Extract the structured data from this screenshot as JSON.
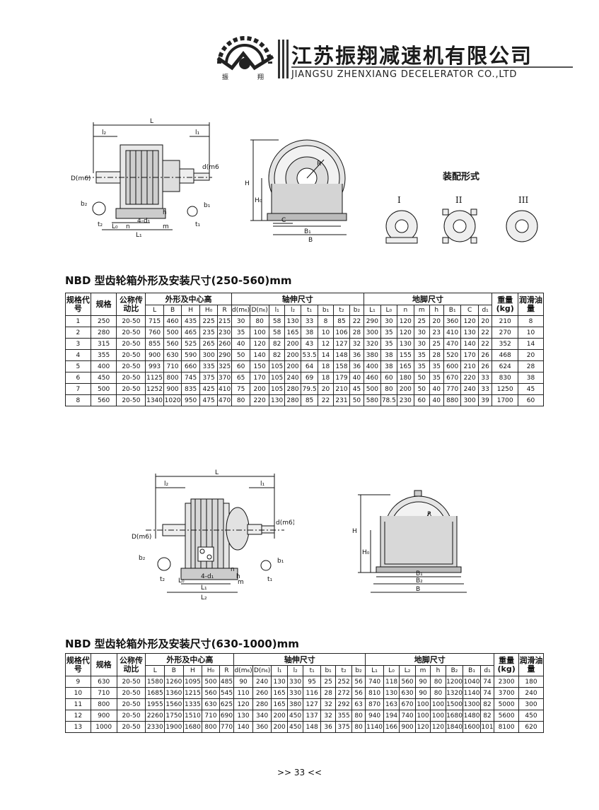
{
  "header": {
    "logo_char_left": "振",
    "logo_char_right": "翔",
    "company_cn": "江苏振翔减速机有限公司",
    "company_en": "JIANGSU ZHENXIANG DECELERATOR CO.,LTD"
  },
  "drawing1": {
    "labels": [
      "L",
      "l₂",
      "l₁",
      "D(m6)",
      "d(m6)",
      "b₂",
      "b₁",
      "t₂",
      "t₁",
      "L₀",
      "n",
      "4-d₁",
      "h",
      "m",
      "L₁"
    ]
  },
  "drawing2": {
    "labels": [
      "H",
      "H₀",
      "R",
      "C",
      "B₁",
      "B"
    ]
  },
  "assembly": {
    "title": "装配形式",
    "types": [
      "I",
      "II",
      "III"
    ]
  },
  "drawing3": {
    "labels": [
      "L",
      "l₂",
      "l₁",
      "D(m6)",
      "d(m6)",
      "b₂",
      "b₁",
      "t₂",
      "t₁",
      "L₀",
      "4-d₁",
      "n",
      "h",
      "m",
      "L₁",
      "L₂"
    ]
  },
  "drawing4": {
    "labels": [
      "H",
      "H₀",
      "R",
      "B₁",
      "B₂",
      "B"
    ]
  },
  "table1": {
    "title": "NBD 型齿轮箱外形及安装尺寸(250-560)mm",
    "head": {
      "code": "规格代号",
      "spec": "规格",
      "ratio": "公称传动比",
      "grp_outline": "外形及中心高",
      "grp_shaft": "轴伸尺寸",
      "grp_foot": "地脚尺寸",
      "weight": "重量(kg)",
      "oil": "润滑油量",
      "cols": [
        "L",
        "B",
        "H",
        "H₀",
        "R",
        "d(m₆)",
        "D(n₆)",
        "l₁",
        "l₂",
        "t₁",
        "b₁",
        "t₂",
        "b₂",
        "L₁",
        "L₀",
        "n",
        "m",
        "h",
        "B₁",
        "C",
        "d₁"
      ]
    },
    "rows": [
      [
        "1",
        "250",
        "20-50",
        "715",
        "460",
        "435",
        "225",
        "215",
        "30",
        "80",
        "58",
        "130",
        "33",
        "8",
        "85",
        "22",
        "290",
        "30",
        "120",
        "25",
        "20",
        "360",
        "120",
        "20",
        "210",
        "8"
      ],
      [
        "2",
        "280",
        "20-50",
        "760",
        "500",
        "465",
        "235",
        "230",
        "35",
        "100",
        "58",
        "165",
        "38",
        "10",
        "106",
        "28",
        "300",
        "35",
        "120",
        "30",
        "23",
        "410",
        "130",
        "22",
        "270",
        "10"
      ],
      [
        "3",
        "315",
        "20-50",
        "855",
        "560",
        "525",
        "265",
        "260",
        "40",
        "120",
        "82",
        "200",
        "43",
        "12",
        "127",
        "32",
        "320",
        "35",
        "130",
        "30",
        "25",
        "470",
        "140",
        "22",
        "352",
        "14"
      ],
      [
        "4",
        "355",
        "20-50",
        "900",
        "630",
        "590",
        "300",
        "290",
        "50",
        "140",
        "82",
        "200",
        "53.5",
        "14",
        "148",
        "36",
        "380",
        "38",
        "155",
        "35",
        "28",
        "520",
        "170",
        "26",
        "468",
        "20"
      ],
      [
        "5",
        "400",
        "20-50",
        "993",
        "710",
        "660",
        "335",
        "325",
        "60",
        "150",
        "105",
        "200",
        "64",
        "18",
        "158",
        "36",
        "400",
        "38",
        "165",
        "35",
        "35",
        "600",
        "210",
        "26",
        "624",
        "28"
      ],
      [
        "6",
        "450",
        "20-50",
        "1125",
        "800",
        "745",
        "375",
        "370",
        "65",
        "170",
        "105",
        "240",
        "69",
        "18",
        "179",
        "40",
        "460",
        "60",
        "180",
        "50",
        "35",
        "670",
        "220",
        "33",
        "830",
        "38"
      ],
      [
        "7",
        "500",
        "20-50",
        "1252",
        "900",
        "835",
        "425",
        "410",
        "75",
        "200",
        "105",
        "280",
        "79.5",
        "20",
        "210",
        "45",
        "500",
        "80",
        "200",
        "50",
        "40",
        "770",
        "240",
        "33",
        "1250",
        "45"
      ],
      [
        "8",
        "560",
        "20-50",
        "1340",
        "1020",
        "950",
        "475",
        "470",
        "80",
        "220",
        "130",
        "280",
        "85",
        "22",
        "231",
        "50",
        "580",
        "78.5",
        "230",
        "60",
        "40",
        "880",
        "300",
        "39",
        "1700",
        "60"
      ]
    ]
  },
  "table2": {
    "title": "NBD 型齿轮箱外形及安装尺寸(630-1000)mm",
    "head": {
      "code": "规格代号",
      "spec": "规格",
      "ratio": "公称传动比",
      "grp_outline": "外形及中心高",
      "grp_shaft": "轴伸尺寸",
      "grp_foot": "地脚尺寸",
      "weight": "重量(kg)",
      "oil": "润滑油量",
      "cols": [
        "L",
        "B",
        "H",
        "H₀",
        "R",
        "d(m₆)",
        "D(n₆)",
        "l₁",
        "l₂",
        "t₁",
        "b₁",
        "t₂",
        "b₂",
        "L₁",
        "L₀",
        "L₂",
        "m",
        "h",
        "B₂",
        "B₁",
        "d₁"
      ]
    },
    "rows": [
      [
        "9",
        "630",
        "20-50",
        "1580",
        "1260",
        "1095",
        "500",
        "485",
        "90",
        "240",
        "130",
        "330",
        "95",
        "25",
        "252",
        "56",
        "740",
        "118",
        "560",
        "90",
        "80",
        "1200",
        "1040",
        "74",
        "2300",
        "180"
      ],
      [
        "10",
        "710",
        "20-50",
        "1685",
        "1360",
        "1215",
        "560",
        "545",
        "110",
        "260",
        "165",
        "330",
        "116",
        "28",
        "272",
        "56",
        "810",
        "130",
        "630",
        "90",
        "80",
        "1320",
        "1140",
        "74",
        "3700",
        "240"
      ],
      [
        "11",
        "800",
        "20-50",
        "1955",
        "1560",
        "1335",
        "630",
        "625",
        "120",
        "280",
        "165",
        "380",
        "127",
        "32",
        "292",
        "63",
        "870",
        "163",
        "670",
        "100",
        "100",
        "1500",
        "1300",
        "82",
        "5000",
        "300"
      ],
      [
        "12",
        "900",
        "20-50",
        "2260",
        "1750",
        "1510",
        "710",
        "690",
        "130",
        "340",
        "200",
        "450",
        "137",
        "32",
        "355",
        "80",
        "940",
        "194",
        "740",
        "100",
        "100",
        "1680",
        "1480",
        "82",
        "5600",
        "450"
      ],
      [
        "13",
        "1000",
        "20-50",
        "2330",
        "1900",
        "1680",
        "800",
        "770",
        "140",
        "360",
        "200",
        "450",
        "148",
        "36",
        "375",
        "80",
        "1140",
        "166",
        "900",
        "120",
        "120",
        "1840",
        "1600",
        "101",
        "8100",
        "620"
      ]
    ]
  },
  "footer": {
    "page": ">> 33 <<"
  }
}
